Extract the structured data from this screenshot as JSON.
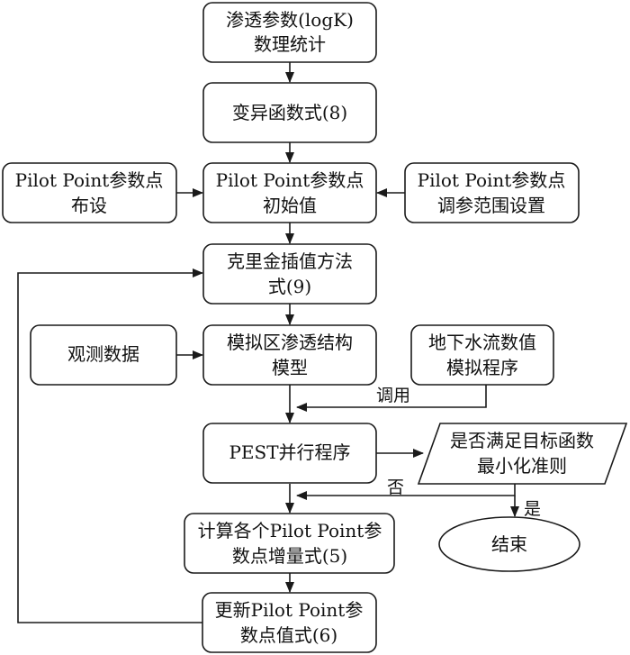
{
  "nodes": {
    "n1": {
      "line1": "渗透参数(logK)",
      "line2": "数理统计"
    },
    "n2": {
      "line1": "变异函数式(8)"
    },
    "n3l": {
      "line1": "Pilot Point参数点",
      "line2": "布设"
    },
    "n3": {
      "line1": "Pilot Point参数点",
      "line2": "初始值"
    },
    "n3r": {
      "line1": "Pilot Point参数点",
      "line2": "调参范围设置"
    },
    "n4": {
      "line1": "克里金插值方法",
      "line2": "式(9)"
    },
    "n5l": {
      "line1": "观测数据"
    },
    "n5": {
      "line1": "模拟区渗透结构",
      "line2": "模型"
    },
    "n5r": {
      "line1": "地下水流数值",
      "line2": "模拟程序"
    },
    "n6": {
      "line1": "PEST并行程序"
    },
    "n6r": {
      "line1": "是否满足目标函数",
      "line2": "最小化准则"
    },
    "n7": {
      "line1": "计算各个Pilot Point参",
      "line2": "数点增量式(5)"
    },
    "end": {
      "line1": "结束"
    },
    "n8": {
      "line1": "更新Pilot Point参",
      "line2": "数点值式(6)"
    }
  },
  "edge_labels": {
    "call": "调用",
    "no": "否",
    "yes": "是"
  }
}
